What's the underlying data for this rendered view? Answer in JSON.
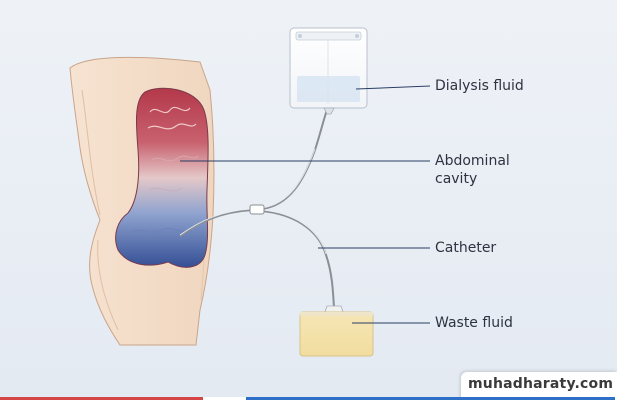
{
  "diagram": {
    "labels": {
      "dialysis_fluid": "Dialysis fluid",
      "abdominal_line1": "Abdominal",
      "abdominal_line2": "cavity",
      "catheter": "Catheter",
      "waste_fluid": "Waste fluid"
    }
  },
  "watermark": {
    "text": "muhadharaty.com"
  },
  "colors": {
    "background": "#e7ecf3",
    "leader_line": "#2a3d63",
    "cavity_top": "#b3384a",
    "cavity_bottom": "#3c5fa6",
    "waste_fluid": "#f3dfa7",
    "skin": "#f3dcc6"
  }
}
